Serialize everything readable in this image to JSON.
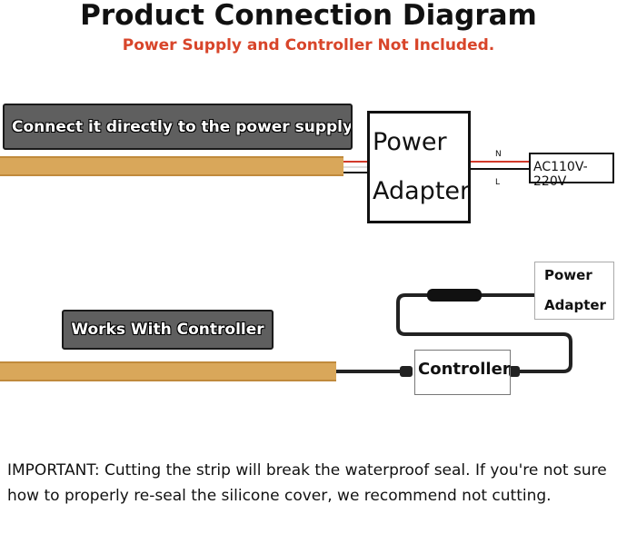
{
  "title": "Product Connection Diagram",
  "subtitle": "Power Supply and Controller Not Included.",
  "colors": {
    "subtitle": "#d8452a",
    "banner": "#5f5f5f",
    "strip": "#d9a75a",
    "wire_red": "#d23a2a"
  },
  "section1": {
    "banner": "Connect it directly to the power supply",
    "adapter_line1": "Power",
    "adapter_line2": "Adapter",
    "wire_n": "N",
    "wire_l": "L",
    "ac_label": "AC110V-220V"
  },
  "section2": {
    "banner": "Works With Controller",
    "controller": "Controller",
    "adapter_line1": "Power",
    "adapter_line2": "Adapter"
  },
  "important_note": "IMPORTANT: Cutting the strip will break the waterproof seal. If you're not sure how to properly re-seal the silicone cover, we recommend not cutting."
}
